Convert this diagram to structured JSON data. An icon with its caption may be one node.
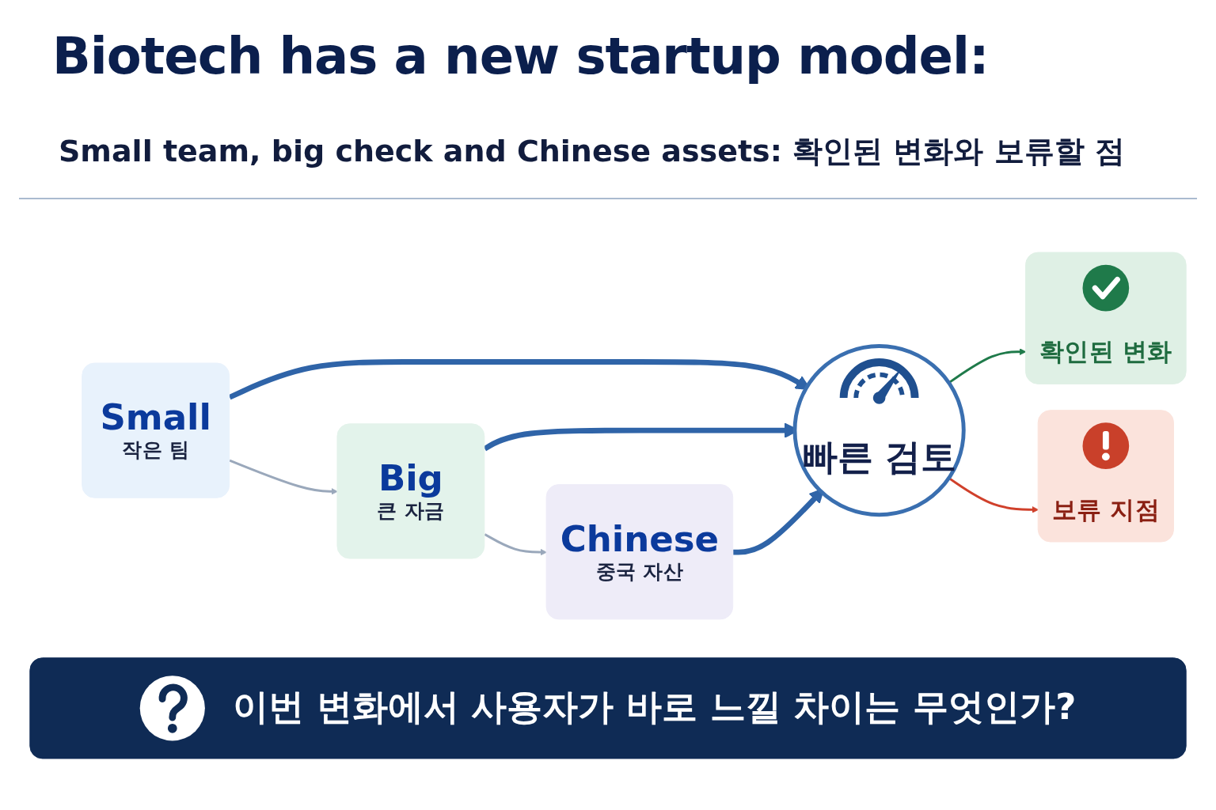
{
  "diagram": {
    "title": "Biotech has a new startup model:",
    "nodes": [
      {
        "text": [
          "Small",
          "작은 팀"
        ]
      },
      {
        "text": [
          "Big",
          "큰 자금"
        ]
      },
      {
        "text": [
          "Chinese",
          "중국 자산"
        ]
      },
      {
        "text": [
          "빠른 검토"
        ]
      },
      {
        "text": [
          "확인된 변화"
        ]
      },
      {
        "text": [
          "보류 지점"
        ]
      },
      {
        "text": [
          "이번 변화에서 사용자가 바로 느낄 차이는 무엇인가?"
        ]
      }
    ],
    "edges": [
      {
        "from": 0,
        "to": 1,
        "arrow": "to",
        "color": "#9aa8bb"
      },
      {
        "from": 1,
        "to": 2,
        "arrow": "to",
        "color": "#9aa8bb"
      },
      {
        "from": 0,
        "to": 3,
        "arrow": "to",
        "style": "thick"
      },
      {
        "from": 1,
        "to": 3,
        "arrow": "to",
        "style": "thick"
      },
      {
        "from": 2,
        "to": 3,
        "arrow": "to",
        "style": "thick"
      },
      {
        "from": 3,
        "to": 4,
        "arrow": "to",
        "color": "#1f7a4a"
      },
      {
        "from": 3,
        "to": 5,
        "arrow": "to",
        "color": "#d0402b"
      }
    ],
    "labels": [
      "Small team, big check and Chinese assets: 확인된 변화와 보류할 점"
    ]
  }
}
